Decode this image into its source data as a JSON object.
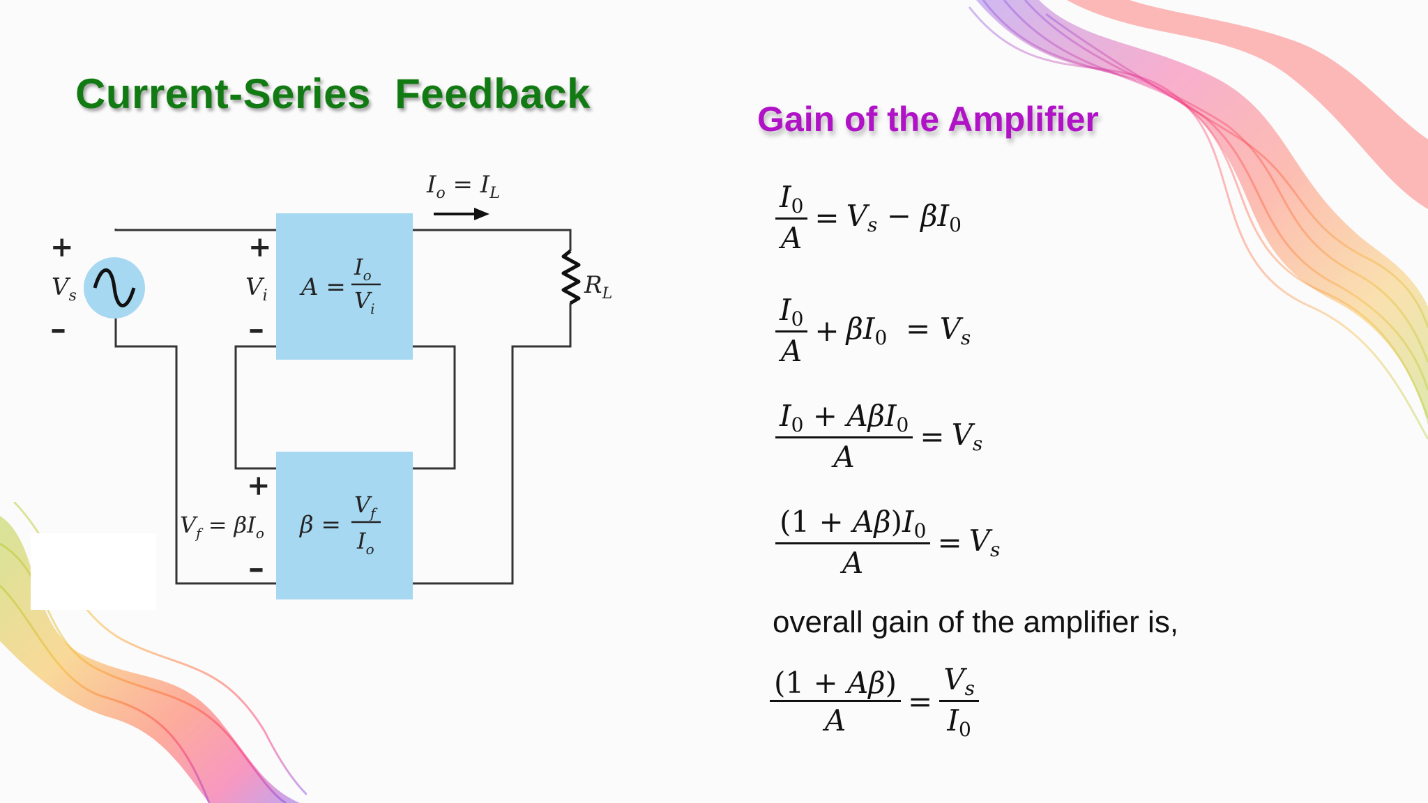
{
  "title": "Current-Series  Feedback",
  "section_title": "Gain of the Amplifier",
  "statement": "overall gain of the amplifier is,",
  "colors": {
    "title_green": "#127a12",
    "section_magenta": "#b012c6",
    "block_blue": "#a7d8f1"
  },
  "circuit": {
    "output_current_label": "I_o = I_L",
    "load_label": "R_L",
    "source_label": "V_s",
    "input_label": "V_i",
    "amplifier_block": "A = I_o / V_i",
    "feedback_block": "β = V_f / I_o",
    "feedback_voltage_label": "V_f = βI_o",
    "plus": "+",
    "minus": "–"
  },
  "equations": [
    "I0/A = Vs − βI0",
    "I0/A + βI0 = Vs",
    "(I0 + AβI0)/A = Vs",
    "(1 + Aβ)I0/A = Vs",
    "(1 + Aβ)/A = Vs/I0"
  ]
}
